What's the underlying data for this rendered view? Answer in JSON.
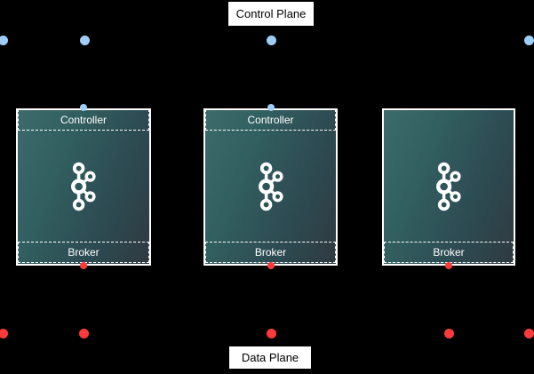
{
  "diagram": {
    "control_plane_label": "Control Plane",
    "data_plane_label": "Data Plane",
    "nodes": [
      {
        "controller_label": "Controller",
        "broker_label": "Broker"
      },
      {
        "controller_label": "Controller",
        "broker_label": "Broker"
      },
      {
        "broker_label": "Broker"
      }
    ],
    "colors": {
      "background": "#000000",
      "control_plane_dot": "#9ecdf8",
      "data_plane_dot": "#ff3a3a",
      "node_border": "#ffffff",
      "node_gradient_start": "#3d6b6b",
      "node_gradient_end": "#2e3a40",
      "label_background": "#ffffff",
      "label_text": "#000000",
      "section_text": "#ffffff"
    },
    "icon": "kafka-logo"
  }
}
